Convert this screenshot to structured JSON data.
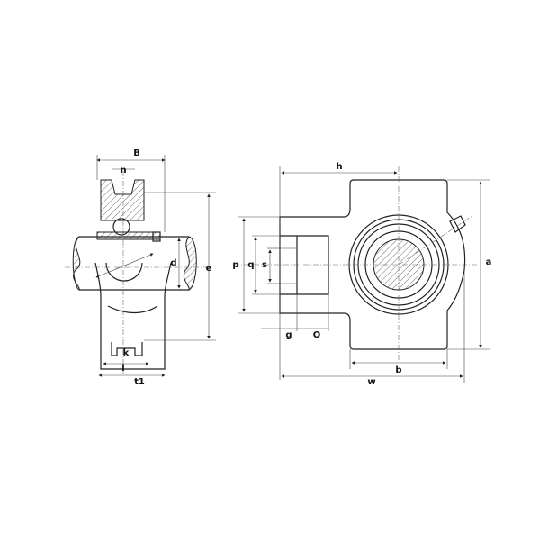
{
  "labels": {
    "B": "B",
    "n": "n",
    "d": "d",
    "e": "e",
    "k": "k",
    "l": "l",
    "t1": "t1",
    "h": "h",
    "p": "p",
    "q": "q",
    "s": "s",
    "g": "g",
    "O": "O",
    "a": "a",
    "b": "b",
    "w": "w"
  },
  "colors": {
    "line": "#222222",
    "background": "#ffffff"
  }
}
